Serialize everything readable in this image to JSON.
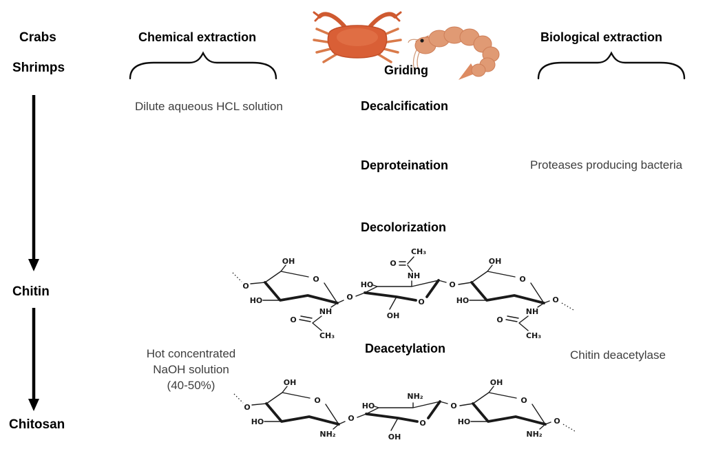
{
  "diagram": {
    "sources": {
      "crabs": "Crabs",
      "shrimps": "Shrimps"
    },
    "products": {
      "chitin": "Chitin",
      "chitosan": "Chitosan"
    },
    "chemical": {
      "title": "Chemical extraction",
      "decalcification_agent": "Dilute aqueous HCL solution",
      "deacetylation_agent_line1": "Hot concentrated",
      "deacetylation_agent_line2": "NaOH solution",
      "deacetylation_agent_line3": "(40-50%)"
    },
    "biological": {
      "title": "Biological extraction",
      "deproteination_agent": "Proteases producing bacteria",
      "deacetylation_agent": "Chitin deacetylase"
    },
    "steps": {
      "griding": "Griding",
      "decalcification": "Decalcification",
      "deproteination": "Deproteination",
      "decolorization": "Decolorization",
      "deacetylation": "Deacetylation"
    },
    "atoms": {
      "oh": "OH",
      "ho": "HO",
      "o": "O",
      "nh": "NH",
      "nh2": "NH₂",
      "ch3": "CH₃"
    },
    "colors": {
      "heading": "#000000",
      "body_text": "#3d3d3d",
      "structure": "#1a1a1a",
      "crab_body": "#d95f36",
      "crab_legs": "#d97a4a",
      "shrimp_body": "#e09a74"
    }
  }
}
